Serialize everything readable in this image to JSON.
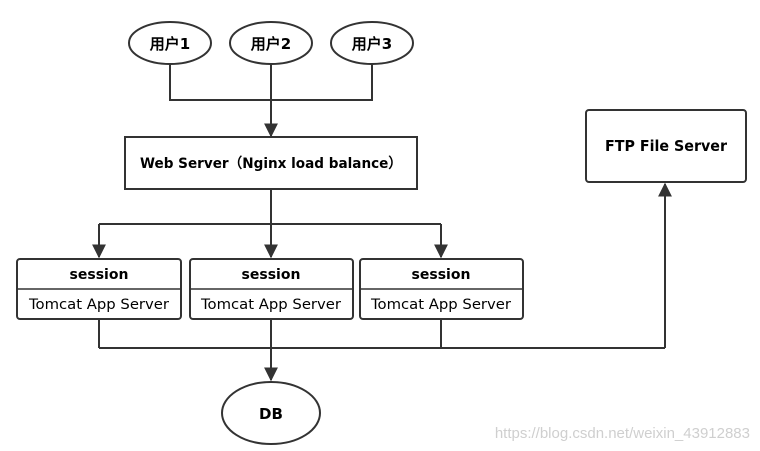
{
  "users": [
    "用户1",
    "用户2",
    "用户3"
  ],
  "web_server": "Web Server（Nginx load balance）",
  "ftp_server": "FTP File Server",
  "app_servers": [
    {
      "header": "session",
      "label": "Tomcat App Server"
    },
    {
      "header": "session",
      "label": "Tomcat App Server"
    },
    {
      "header": "session",
      "label": "Tomcat App Server"
    }
  ],
  "database": "DB",
  "watermark": "https://blog.csdn.net/weixin_43912883",
  "colors": {
    "stroke": "#333333",
    "fill": "#ffffff",
    "text": "#000000",
    "watermark": "#cfcfcf"
  }
}
